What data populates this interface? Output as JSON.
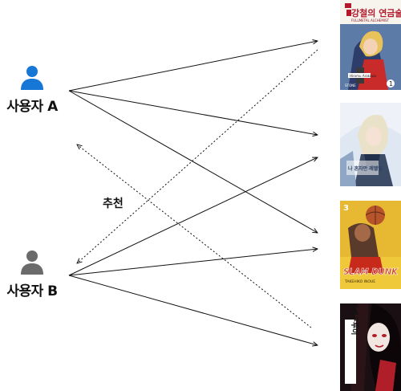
{
  "users": [
    {
      "id": "a",
      "label": "사용자 A",
      "color": "#1677d6"
    },
    {
      "id": "b",
      "label": "사용자 B",
      "color": "#6b6b6b"
    }
  ],
  "recommend_label": "추천",
  "books": [
    {
      "id": "fullmetal-alchemist",
      "title_text": "강철의 연금술사",
      "subtitle_text": "FULLMETAL ALCHEMIST",
      "author_text": "Hiromu Arakawa",
      "publisher_text": "STONE",
      "volume_text": "1",
      "colors": {
        "bg": "#f2efe9",
        "accent": "#b3182b"
      }
    },
    {
      "id": "webtoon-fantasy",
      "title_text": "나 혼자만 레벨업",
      "colors": {
        "bg": "#dfe7f2",
        "accent": "#6d8fb5"
      }
    },
    {
      "id": "slam-dunk",
      "title_text": "SLAM DUNK",
      "author_text": "TAKEHIKO INOUE",
      "volume_text": "3",
      "colors": {
        "bg": "#f0c93a",
        "accent": "#c72a1a"
      }
    },
    {
      "id": "kakegurui",
      "title_text": "카케구루이",
      "colors": {
        "bg": "#1a0f12",
        "accent": "#b01e2a"
      }
    }
  ],
  "edges": {
    "owned": [
      {
        "from": "a",
        "to": "fullmetal-alchemist"
      },
      {
        "from": "a",
        "to": "webtoon-fantasy"
      },
      {
        "from": "a",
        "to": "slam-dunk"
      },
      {
        "from": "b",
        "to": "webtoon-fantasy"
      },
      {
        "from": "b",
        "to": "slam-dunk"
      },
      {
        "from": "b",
        "to": "kakegurui"
      }
    ],
    "recommended": [
      {
        "from": "fullmetal-alchemist",
        "to": "b"
      },
      {
        "from": "kakegurui",
        "to": "a"
      }
    ]
  }
}
